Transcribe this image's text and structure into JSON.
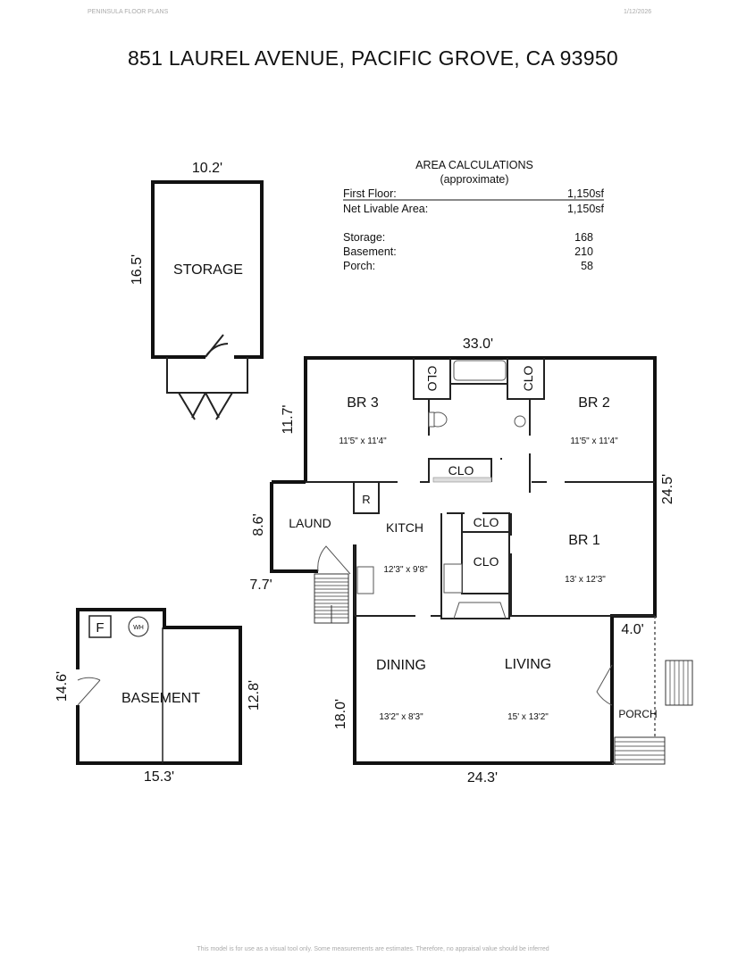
{
  "header": {
    "company": "PENINSULA FLOOR PLANS",
    "date": "1/12/2026"
  },
  "title": "851 LAUREL AVENUE, PACIFIC GROVE, CA  93950",
  "footer": "This model is for use as a visual tool only. Some measurements are estimates. Therefore, no appraisal value should be inferred",
  "area_calculations": {
    "heading": "AREA CALCULATIONS",
    "subheading": "(approximate)",
    "rows": [
      {
        "label": "First Floor:",
        "value": "1,150sf"
      },
      {
        "label": "Net Livable Area:",
        "value": "1,150sf"
      },
      {
        "label": "Storage:",
        "value": "168"
      },
      {
        "label": "Basement:",
        "value": "210"
      },
      {
        "label": "Porch:",
        "value": "58"
      }
    ]
  },
  "storage": {
    "label": "STORAGE",
    "width": "10.2'",
    "depth": "16.5'"
  },
  "basement": {
    "label": "BASEMENT",
    "width": "15.3'",
    "depth_left": "14.6'",
    "depth_right": "12.8'",
    "furnace": "F",
    "water_heater": "WH"
  },
  "main": {
    "width_top": "33.0'",
    "width_bottom": "24.3'",
    "depth_right": "24.5'",
    "br3_depth": "11.7'",
    "laund_depth": "8.6'",
    "laund_width": "7.7'",
    "living_depth": "18.0'",
    "porch_width": "4.0'",
    "rooms": {
      "br3": {
        "name": "BR 3",
        "size": "11'5\" x 11'4\""
      },
      "br2": {
        "name": "BR 2",
        "size": "11'5\" x 11'4\""
      },
      "br1": {
        "name": "BR 1",
        "size": "13' x 12'3\""
      },
      "kitchen": {
        "name": "KITCH",
        "size": "12'3\" x 9'8\""
      },
      "laundry": {
        "name": "LAUND"
      },
      "dining": {
        "name": "DINING",
        "size": "13'2\" x 8'3\""
      },
      "living": {
        "name": "LIVING",
        "size": "15' x 13'2\""
      },
      "porch": {
        "name": "PORCH"
      },
      "closet": "CLO",
      "refrigerator": "R"
    }
  }
}
